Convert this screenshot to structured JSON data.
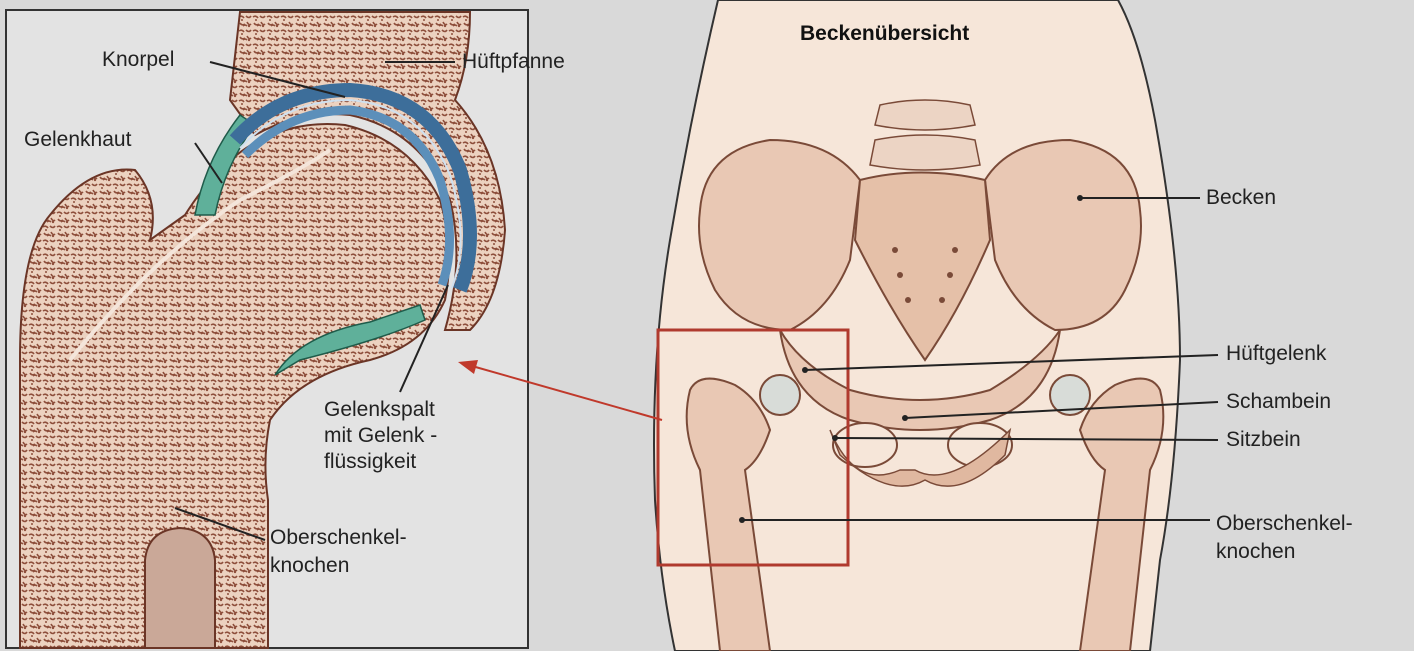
{
  "left_panel": {
    "labels": {
      "knorpel": "Knorpel",
      "hueftpfanne": "Hüftpfanne",
      "gelenkhaut": "Gelenkhaut",
      "gelenkspalt_1": "Gelenkspalt",
      "gelenkspalt_2": "mit Gelenk -",
      "gelenkspalt_3": "flüssigkeit",
      "oberschenkel_1": "Oberschenkel-",
      "oberschenkel_2": "knochen"
    }
  },
  "right_panel": {
    "title": "Beckenübersicht",
    "labels": {
      "becken": "Becken",
      "hueftgelenk": "Hüftgelenk",
      "schambein": "Schambein",
      "sitzbein": "Sitzbein",
      "oberschenkel_1": "Oberschenkel-",
      "oberschenkel_2": "knochen"
    }
  },
  "colors": {
    "background": "#d9d9d9",
    "bone": "#e9c8b4",
    "bone_dark": "#8a4f3a",
    "cartilage": "#3d6e9a",
    "synovial": "#5fb09a",
    "skin": "#f6e6d9",
    "arrow": "#c0392b"
  }
}
